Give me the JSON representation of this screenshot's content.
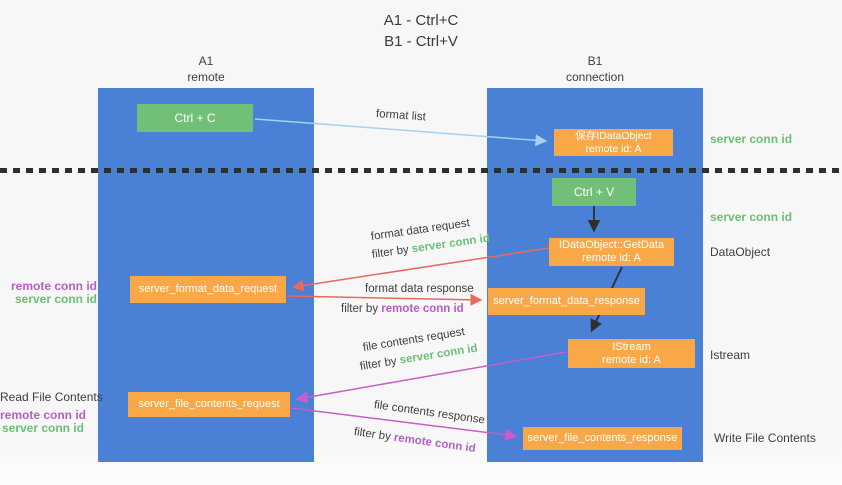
{
  "title": {
    "line1": "A1 - Ctrl+C",
    "line2": "B1 - Ctrl+V"
  },
  "columns": {
    "a1": {
      "name": "A1",
      "subtitle": "remote"
    },
    "b1": {
      "name": "B1",
      "subtitle": "connection"
    }
  },
  "nodes": {
    "ctrl_c": {
      "label": "Ctrl + C"
    },
    "ctrl_v": {
      "label": "Ctrl + V"
    },
    "save_dataobject": {
      "line1": "保存IDataObject",
      "line2": "remote id: A"
    },
    "getdata": {
      "line1": "IDataObject::GetData",
      "line2": "remote id: A"
    },
    "istream": {
      "line1": "IStream",
      "line2": "remote id: A"
    },
    "format_request": {
      "label": "server_format_data_request"
    },
    "format_response": {
      "label": "server_format_data_response"
    },
    "file_request": {
      "label": "server_file_contents_request"
    },
    "file_response": {
      "label": "server_file_contents_response"
    }
  },
  "flows": {
    "format_list": {
      "label": "format list"
    },
    "format_request": {
      "label": "format data request",
      "filter_prefix": "filter by",
      "filter_key": "server conn id"
    },
    "format_response": {
      "label": "format data response",
      "filter_prefix": "filter by",
      "filter_key": "remote conn id"
    },
    "file_request": {
      "label": "file contents request",
      "filter_prefix": "filter by",
      "filter_key": "server conn id"
    },
    "file_response": {
      "label": "file contents response",
      "filter_prefix": "filter by",
      "filter_key": "remote conn id"
    }
  },
  "side_labels": {
    "right_server_conn_top": "server conn id",
    "right_server_conn_mid": "server conn id",
    "right_dataobject": "DataObject",
    "right_istream": "Istream",
    "right_write_file": "Write File Contents",
    "left_remote_conn_top": "remote conn id",
    "left_server_conn_top": "server conn id",
    "left_read_file": "Read File Contents",
    "left_remote_conn_bottom": "remote conn id",
    "left_server_conn_bottom": "server conn id"
  },
  "colors": {
    "column_blue": "#4a80d5",
    "node_green": "#72c078",
    "node_orange": "#f9a848",
    "arrow_red": "#e8695e",
    "arrow_magenta": "#c75fc8",
    "arrow_light_blue": "#a5d2f0",
    "arrow_black": "#2e2e2e",
    "label_green": "#6dbe76",
    "label_purple": "#b55fc5",
    "text_dark": "#3e3e3e"
  }
}
